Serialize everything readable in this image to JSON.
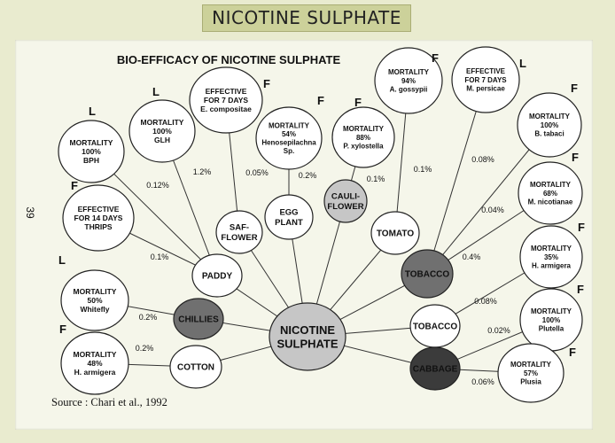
{
  "header": {
    "title": "NICOTINE SULPHATE"
  },
  "diagram": {
    "title": "BIO-EFFICACY OF NICOTINE SULPHATE",
    "source": "Source : Chari et al., 1992",
    "page_number": "39",
    "colors": {
      "light": "#ffffff",
      "medium": "#c6c6c6",
      "dark": "#707070",
      "darkest": "#3b3b3b"
    },
    "center": {
      "id": "center",
      "lines": [
        "NICOTINE",
        "SULPHATE"
      ],
      "color": "medium"
    },
    "crops": [
      {
        "id": "paddy",
        "lines": [
          "PADDY"
        ],
        "color": "light"
      },
      {
        "id": "saf",
        "lines": [
          "SAF-",
          "FLOWER"
        ],
        "color": "light"
      },
      {
        "id": "egg",
        "lines": [
          "EGG",
          "PLANT"
        ],
        "color": "light"
      },
      {
        "id": "cauli",
        "lines": [
          "CAULI-",
          "FLOWER"
        ],
        "color": "medium"
      },
      {
        "id": "tomato",
        "lines": [
          "TOMATO"
        ],
        "color": "light"
      },
      {
        "id": "tob1",
        "lines": [
          "TOBACCO"
        ],
        "color": "dark"
      },
      {
        "id": "tob2",
        "lines": [
          "TOBACCO"
        ],
        "color": "light"
      },
      {
        "id": "cabbage",
        "lines": [
          "CABBAGE"
        ],
        "color": "darkest"
      },
      {
        "id": "chillies",
        "lines": [
          "CHILLIES"
        ],
        "color": "dark"
      },
      {
        "id": "cotton",
        "lines": [
          "COTTON"
        ],
        "color": "light"
      }
    ],
    "results": [
      {
        "id": "r_bph",
        "crop": "paddy",
        "tag": "L",
        "lines": [
          "MORTALITY",
          "100%",
          "BPH"
        ],
        "dose": "0.12%"
      },
      {
        "id": "r_glh",
        "crop": "paddy",
        "tag": "L",
        "lines": [
          "MORTALITY",
          "100%",
          "GLH"
        ],
        "dose": "1.2%"
      },
      {
        "id": "r_thrips",
        "crop": "paddy",
        "tag": "F",
        "lines": [
          "EFFECTIVE",
          "FOR 14 DAYS",
          "THRIPS"
        ],
        "dose": "0.1%"
      },
      {
        "id": "r_ecomp",
        "crop": "saf",
        "tag": "F",
        "lines": [
          "EFFECTIVE",
          "FOR 7 DAYS",
          "E. compositae"
        ],
        "dose": "0.05%"
      },
      {
        "id": "r_heno",
        "crop": "egg",
        "tag": "F",
        "lines": [
          "MORTALITY",
          "54%",
          "Henosepilachna",
          "Sp."
        ],
        "dose": "0.2%"
      },
      {
        "id": "r_pxy",
        "crop": "cauli",
        "tag": "F",
        "lines": [
          "MORTALITY",
          "88%",
          "P. xylostella"
        ],
        "dose": "0.1%"
      },
      {
        "id": "r_agos",
        "crop": "tomato",
        "tag": "F",
        "lines": [
          "MORTALITY",
          "94%",
          "A. gossypii"
        ],
        "dose": "0.1%"
      },
      {
        "id": "r_mpers",
        "crop": "tob1",
        "tag": "L",
        "lines": [
          "EFFECTIVE",
          "FOR 7 DAYS",
          "M. persicae"
        ],
        "dose": "0.08%"
      },
      {
        "id": "r_btab",
        "crop": "tob1",
        "tag": "F",
        "lines": [
          "MORTALITY",
          "100%",
          "B. tabaci"
        ],
        "dose": "0.04%"
      },
      {
        "id": "r_mnic",
        "crop": "tob1",
        "tag": "F",
        "lines": [
          "MORTALITY",
          "68%",
          "M. nicotianae"
        ],
        "dose": "0.4%"
      },
      {
        "id": "r_harm1",
        "crop": "tob2",
        "tag": "F",
        "lines": [
          "MORTALITY",
          "35%",
          "H. armigera"
        ],
        "dose": "0.08%"
      },
      {
        "id": "r_plut",
        "crop": "cabbage",
        "tag": "F",
        "lines": [
          "MORTALITY",
          "100%",
          "Plutella"
        ],
        "dose": "0.02%"
      },
      {
        "id": "r_plus",
        "crop": "cabbage",
        "tag": "F",
        "lines": [
          "MORTALITY",
          "57%",
          "Plusia"
        ],
        "dose": "0.06%"
      },
      {
        "id": "r_white",
        "crop": "chillies",
        "tag": "L",
        "lines": [
          "MORTALITY",
          "50%",
          "Whitefly"
        ],
        "dose": "0.2%"
      },
      {
        "id": "r_harm2",
        "crop": "cotton",
        "tag": "F",
        "lines": [
          "MORTALITY",
          "48%",
          "H. armigera"
        ],
        "dose": "0.2%"
      }
    ]
  }
}
